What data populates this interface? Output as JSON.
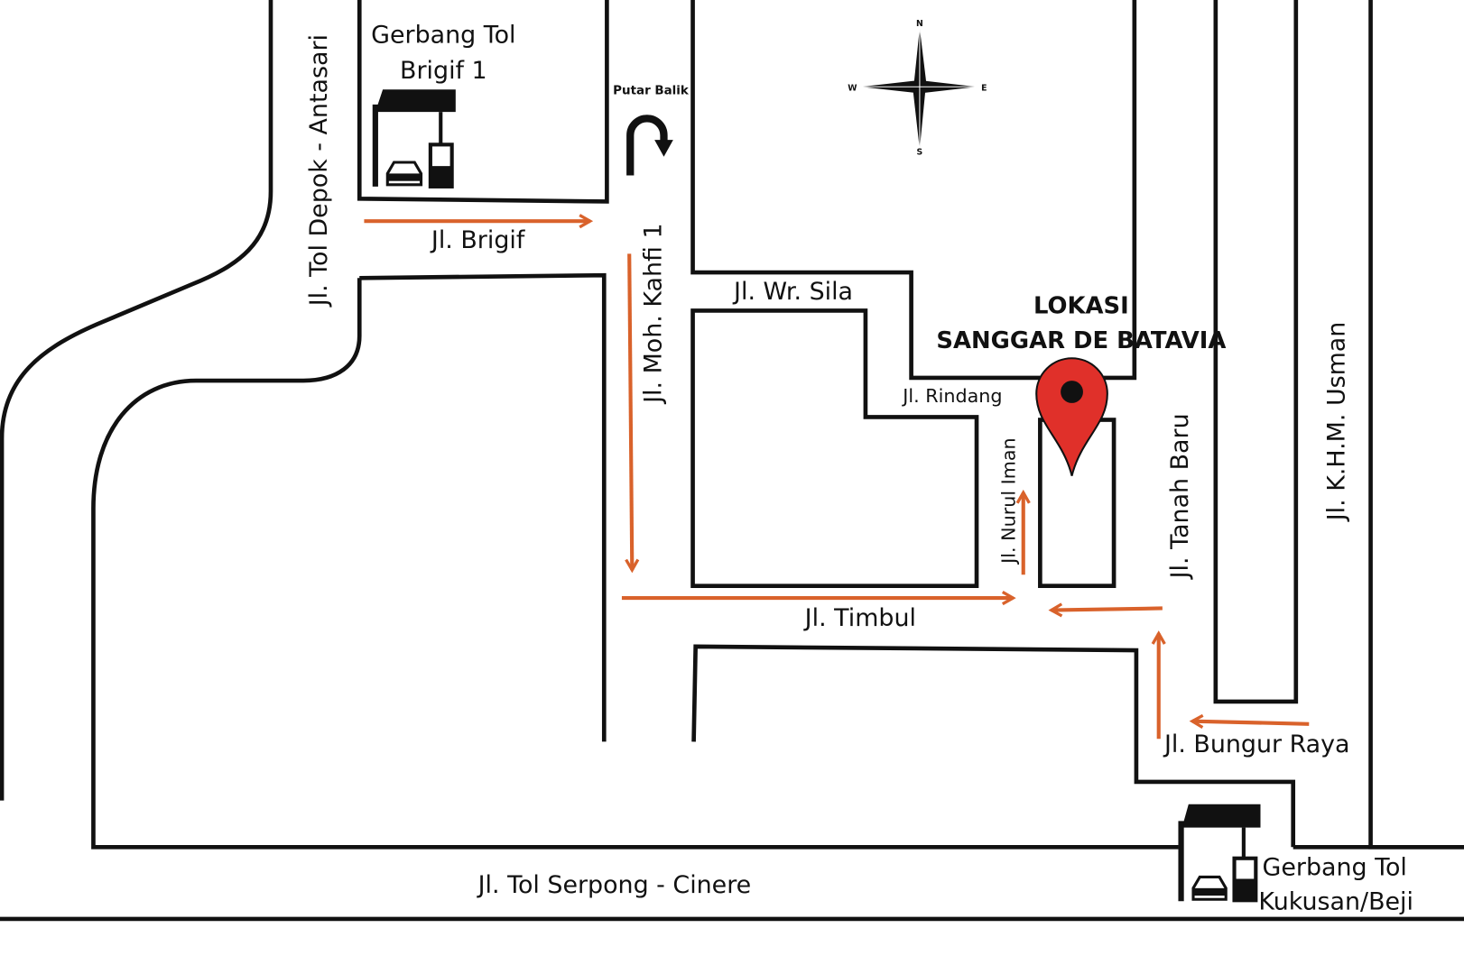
{
  "title": "LOKASI SANGGAR DE BATAVIA",
  "location": {
    "line1": "LOKASI",
    "line2": "SANGGAR DE BATAVIA"
  },
  "compass": {
    "n": "N",
    "s": "S",
    "e": "E",
    "w": "W"
  },
  "landmarks": {
    "toll_brigif": {
      "line1": "Gerbang Tol",
      "line2": "Brigif 1"
    },
    "toll_kukusan": {
      "line1": "Gerbang Tol",
      "line2": "Kukusan/Beji"
    },
    "u_turn": "Putar Balik"
  },
  "streets": {
    "tol_depok": "Jl. Tol Depok - Antasari",
    "brigif": "Jl. Brigif",
    "kahfi": "Jl. Moh. Kahfi 1",
    "wr_sila": "Jl. Wr. Sila",
    "rindang": "Jl. Rindang",
    "nurul_iman": "Jl. Nurul Iman",
    "tanah_baru": "Jl. Tanah Baru",
    "khm_usman": "Jl. K.H.M. Usman",
    "timbul": "Jl. Timbul",
    "bungur": "Jl. Bungur Raya",
    "tol_serpong": "Jl. Tol Serpong - Cinere"
  },
  "colors": {
    "route": "#d9622b",
    "pin": "#e0302a",
    "road": "#111111"
  }
}
